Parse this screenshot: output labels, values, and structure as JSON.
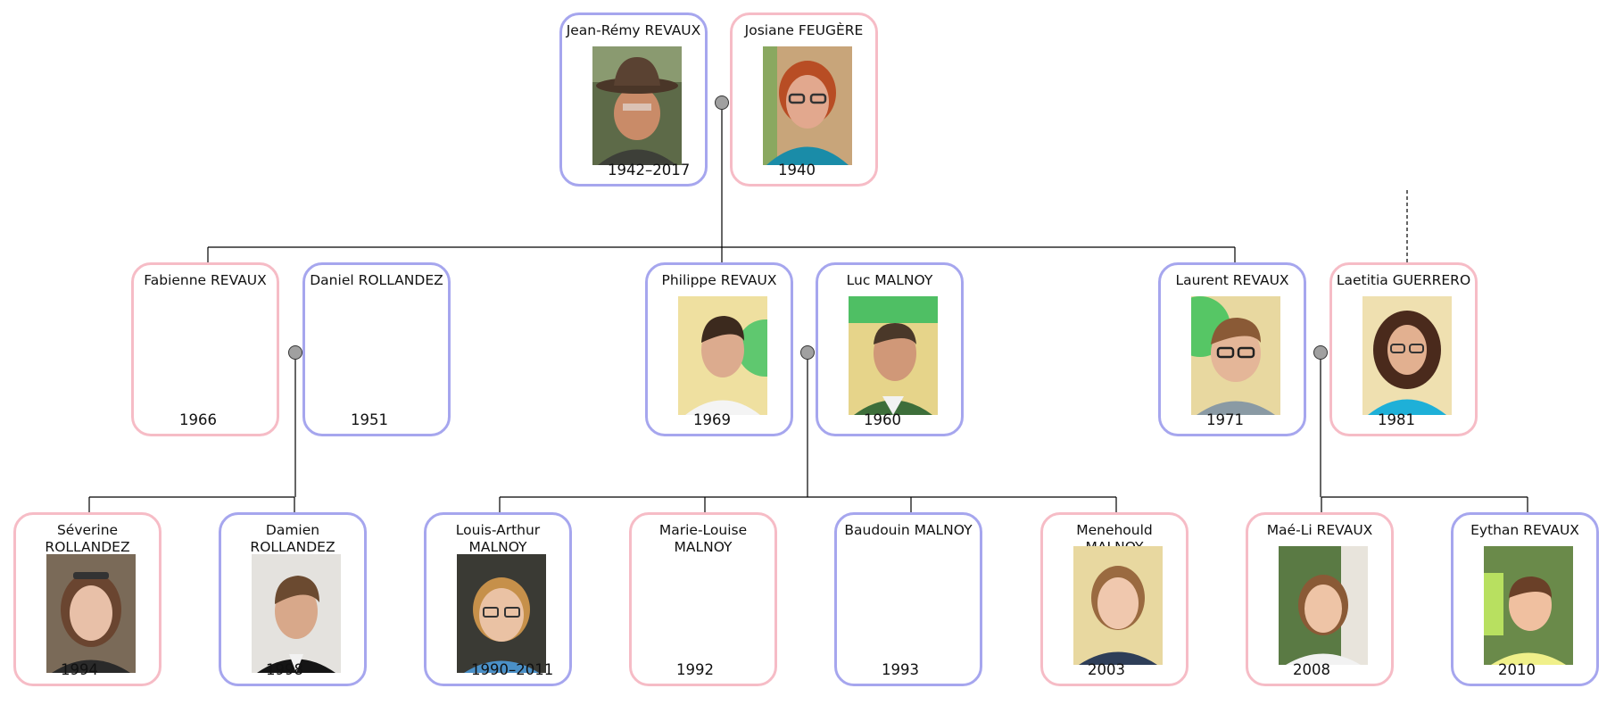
{
  "people": {
    "jean_remy": {
      "name": "Jean-Rémy REVAUX",
      "years": "1942–2017",
      "sex": "male",
      "photo": "photo-man-with-hat"
    },
    "josiane": {
      "name": "Josiane FEUGÈRE",
      "years": "1940",
      "sex": "female",
      "photo": "photo-woman-with-glasses"
    },
    "fabienne": {
      "name": "Fabienne REVAUX",
      "years": "1966",
      "sex": "female",
      "photo": null
    },
    "daniel": {
      "name": "Daniel ROLLANDEZ",
      "years": "1951",
      "sex": "male",
      "photo": null
    },
    "philippe": {
      "name": "Philippe REVAUX",
      "years": "1969",
      "sex": "male",
      "photo": "photo-man"
    },
    "luc": {
      "name": "Luc MALNOY",
      "years": "1960",
      "sex": "male",
      "photo": "photo-man"
    },
    "laurent": {
      "name": "Laurent REVAUX",
      "years": "1971",
      "sex": "male",
      "photo": "photo-man-with-glasses"
    },
    "laetitia": {
      "name": "Laetitia GUERRERO",
      "years": "1981",
      "sex": "female",
      "photo": "photo-woman-with-glasses"
    },
    "severine": {
      "name": "Séverine ROLLANDEZ",
      "years": "1994",
      "sex": "female",
      "photo": "photo-young-woman"
    },
    "damien": {
      "name": "Damien ROLLANDEZ",
      "years": "1998",
      "sex": "male",
      "photo": "photo-young-man"
    },
    "louis_arthur": {
      "name": "Louis-Arthur MALNOY",
      "years": "1990–2011",
      "sex": "male",
      "photo": "photo-young-man-with-glasses"
    },
    "marie_louise": {
      "name": "Marie-Louise MALNOY",
      "years": "1992",
      "sex": "female",
      "photo": null
    },
    "baudouin": {
      "name": "Baudouin MALNOY",
      "years": "1993",
      "sex": "male",
      "photo": null
    },
    "menehould": {
      "name": "Menehould MALNOY",
      "years": "2003",
      "sex": "female",
      "photo": "photo-girl"
    },
    "mae_li": {
      "name": "Maé-Li REVAUX",
      "years": "2008",
      "sex": "female",
      "photo": "photo-girl"
    },
    "eythan": {
      "name": "Eythan REVAUX",
      "years": "2010",
      "sex": "male",
      "photo": "photo-boy"
    }
  },
  "colors": {
    "male_border": "#a6a6ee",
    "female_border": "#f6bcc6",
    "line": "#000000",
    "union_dot": "#a0a0a0"
  }
}
